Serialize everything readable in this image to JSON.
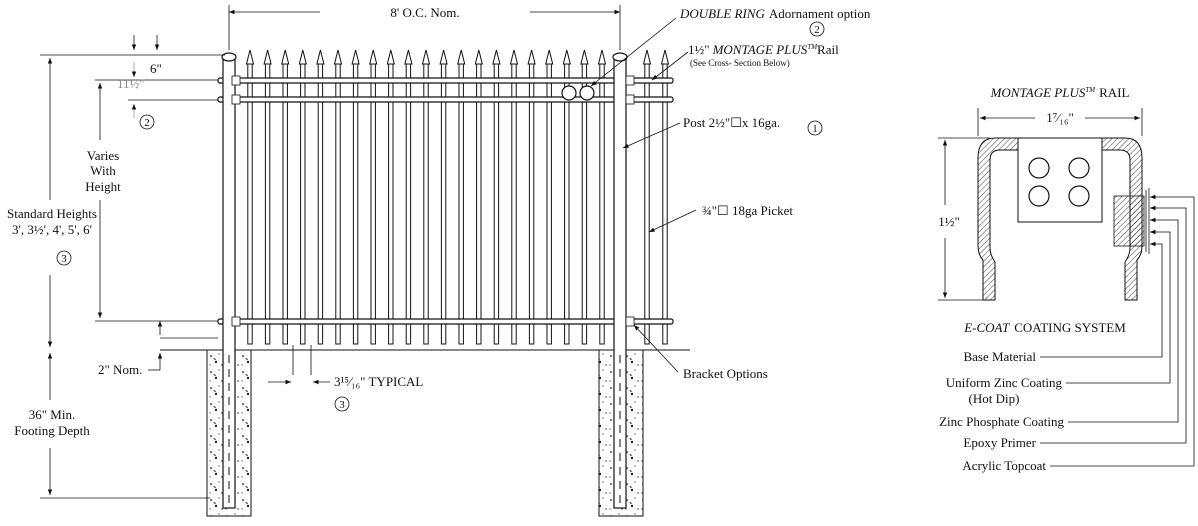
{
  "top_dimension": "8' O.C. Nom.",
  "double_ring": {
    "italic": "DOUBLE RING",
    "rest": "Adornament option",
    "num": "2"
  },
  "rail_callout": {
    "size": "1½\"",
    "name": "MONTAGE PLUS",
    "tm": "TM",
    "rest": "Rail",
    "sub": "(See Cross- Section Below)"
  },
  "post_callout": {
    "text": "Post 2½\"☐x 16ga.",
    "num": "1"
  },
  "picket_callout": {
    "text": "¾\"☐ 18ga Picket"
  },
  "bracket_callout": "Bracket Options",
  "dim_6": "6\"",
  "dim_11_5": "11½\"",
  "dim_11_5_num": "2",
  "varies": [
    "Varies",
    "With",
    "Height"
  ],
  "standard_heights": [
    "Standard Heights",
    "3', 3½', 4', 5', 6'"
  ],
  "standard_heights_num": "3",
  "nom_2": "2\" Nom.",
  "typical": {
    "text": "3¹⁵⁄₁₆\"  TYPICAL",
    "num": "3"
  },
  "footing": [
    "36\" Min.",
    "Footing Depth"
  ],
  "section": {
    "title_italic": "MONTAGE PLUS",
    "title_tm": "TM",
    "title_rest": "RAIL",
    "width_dim": "1⁷⁄₁₆\"",
    "height_dim": "1½\""
  },
  "coating": {
    "title_italic": "E-COAT",
    "title_rest": "COATING SYSTEM",
    "layers": [
      "Base Material",
      "Uniform Zinc Coating",
      "Zinc Phosphate Coating",
      "Epoxy Primer",
      "Acrylic Topcoat"
    ],
    "hot_dip": "(Hot Dip)"
  }
}
